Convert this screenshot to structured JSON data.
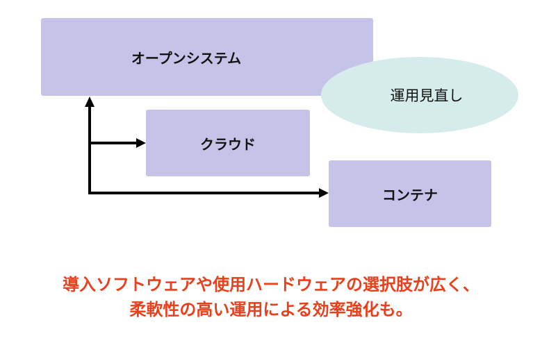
{
  "diagram": {
    "nodes": {
      "open_system": "オープンシステム",
      "operation_review": "運用見直し",
      "cloud": "クラウド",
      "container": "コンテナ"
    },
    "caption": {
      "line1": "導入ソフトウェアや使用ハードウェアの選択肢が広く、",
      "line2": "柔軟性の高い運用による効率強化も。"
    },
    "colors": {
      "box_fill": "#c5c3e8",
      "ellipse_fill": "#d6ecec",
      "caption_text": "#e8401c",
      "arrow": "#000000"
    }
  }
}
